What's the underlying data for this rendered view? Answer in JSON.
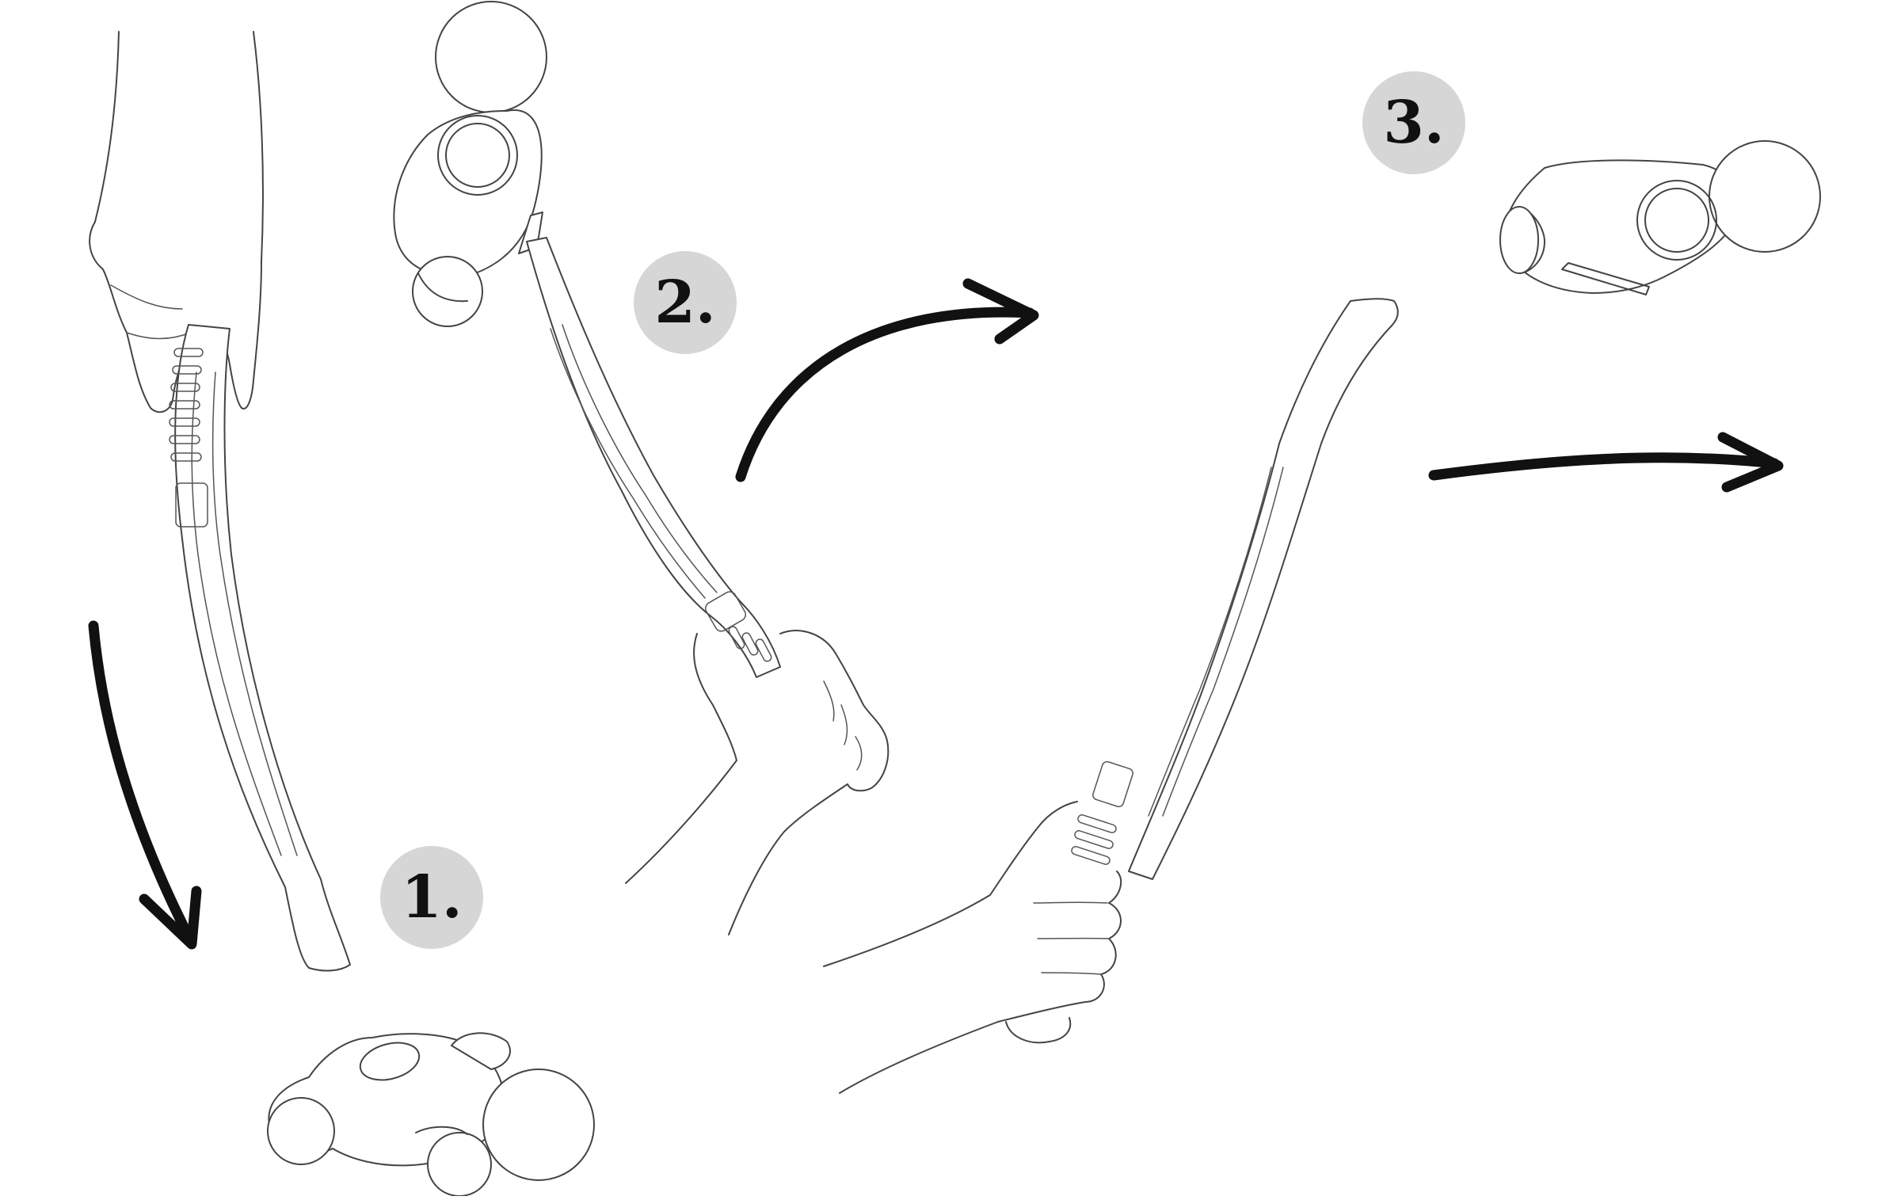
{
  "steps": [
    {
      "label": "1."
    },
    {
      "label": "2."
    },
    {
      "label": "3."
    }
  ],
  "colors": {
    "badge": "#d6d6d6",
    "line": "#444444",
    "arrow": "#111111",
    "background": "#ffffff"
  },
  "icons": [
    "hand-icon",
    "stick-icon",
    "toy-ball-icon",
    "arrow-icon"
  ]
}
